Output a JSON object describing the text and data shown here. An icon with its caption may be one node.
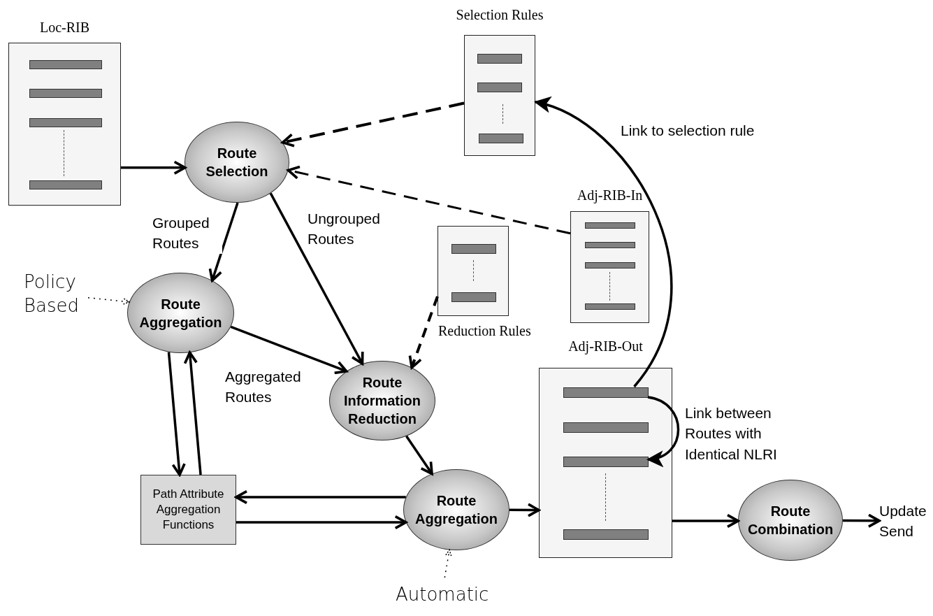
{
  "diagram": {
    "nodes": [
      {
        "text": [
          "Loc-RIB"
        ]
      },
      {
        "text": [
          "Selection Rules"
        ]
      },
      {
        "text": [
          "Route Selection"
        ]
      },
      {
        "text": [
          "Adj-RIB-In"
        ]
      },
      {
        "text": [
          "Reduction Rules"
        ]
      },
      {
        "text": [
          "Policy Based"
        ]
      },
      {
        "text": [
          "Route Aggregation"
        ]
      },
      {
        "text": [
          "Route Information Reduction"
        ]
      },
      {
        "text": [
          "Adj-RIB-Out"
        ]
      },
      {
        "text": [],
        "shape": "bar",
        "in": 8
      },
      {
        "text": [],
        "shape": "bar",
        "in": 8
      },
      {
        "text": [],
        "shape": "bar",
        "in": 8
      },
      {
        "text": [],
        "shape": "bar",
        "in": 8
      },
      {
        "text": [
          "Path Attribute Aggregation Functions"
        ]
      },
      {
        "text": [
          "Route Aggregation"
        ]
      },
      {
        "text": [
          "Route Combination"
        ]
      },
      {
        "text": [
          "Update Send"
        ]
      },
      {
        "text": [
          "Automatic"
        ]
      }
    ],
    "edges": [
      {
        "from": 0,
        "to": 2,
        "arrow": "to"
      },
      {
        "from": 1,
        "to": 2,
        "arrow": "to",
        "style": "dashed"
      },
      {
        "from": 3,
        "to": 2,
        "arrow": "to",
        "style": "dashed"
      },
      {
        "from": 2,
        "to": 6,
        "arrow": "to",
        "label": "Grouped Routes"
      },
      {
        "from": 2,
        "to": 7,
        "arrow": "to",
        "label": "Ungrouped Routes"
      },
      {
        "from": 4,
        "to": 7,
        "arrow": "to",
        "style": "dashed"
      },
      {
        "from": 5,
        "to": 6,
        "arrow": "to",
        "style": "dashed"
      },
      {
        "from": 6,
        "to": 7,
        "arrow": "to",
        "label": "Aggregated Routes"
      },
      {
        "from": 6,
        "to": 13,
        "arrow": "to"
      },
      {
        "from": 13,
        "to": 6,
        "arrow": "to"
      },
      {
        "from": 7,
        "to": 14,
        "arrow": "to"
      },
      {
        "from": 14,
        "to": 13,
        "arrow": "to"
      },
      {
        "from": 13,
        "to": 14,
        "arrow": "to"
      },
      {
        "from": 14,
        "to": 8,
        "arrow": "to"
      },
      {
        "from": 8,
        "to": 15,
        "arrow": "to"
      },
      {
        "from": 15,
        "to": 16,
        "arrow": "to"
      },
      {
        "from": 17,
        "to": 14,
        "arrow": "to",
        "style": "dashed"
      },
      {
        "from": 9,
        "to": 1,
        "arrow": "to",
        "label": "Link to selection rule"
      },
      {
        "from": 9,
        "to": 11,
        "arrow": "to",
        "label": "Link between Routes with Identical NLRI"
      }
    ]
  }
}
